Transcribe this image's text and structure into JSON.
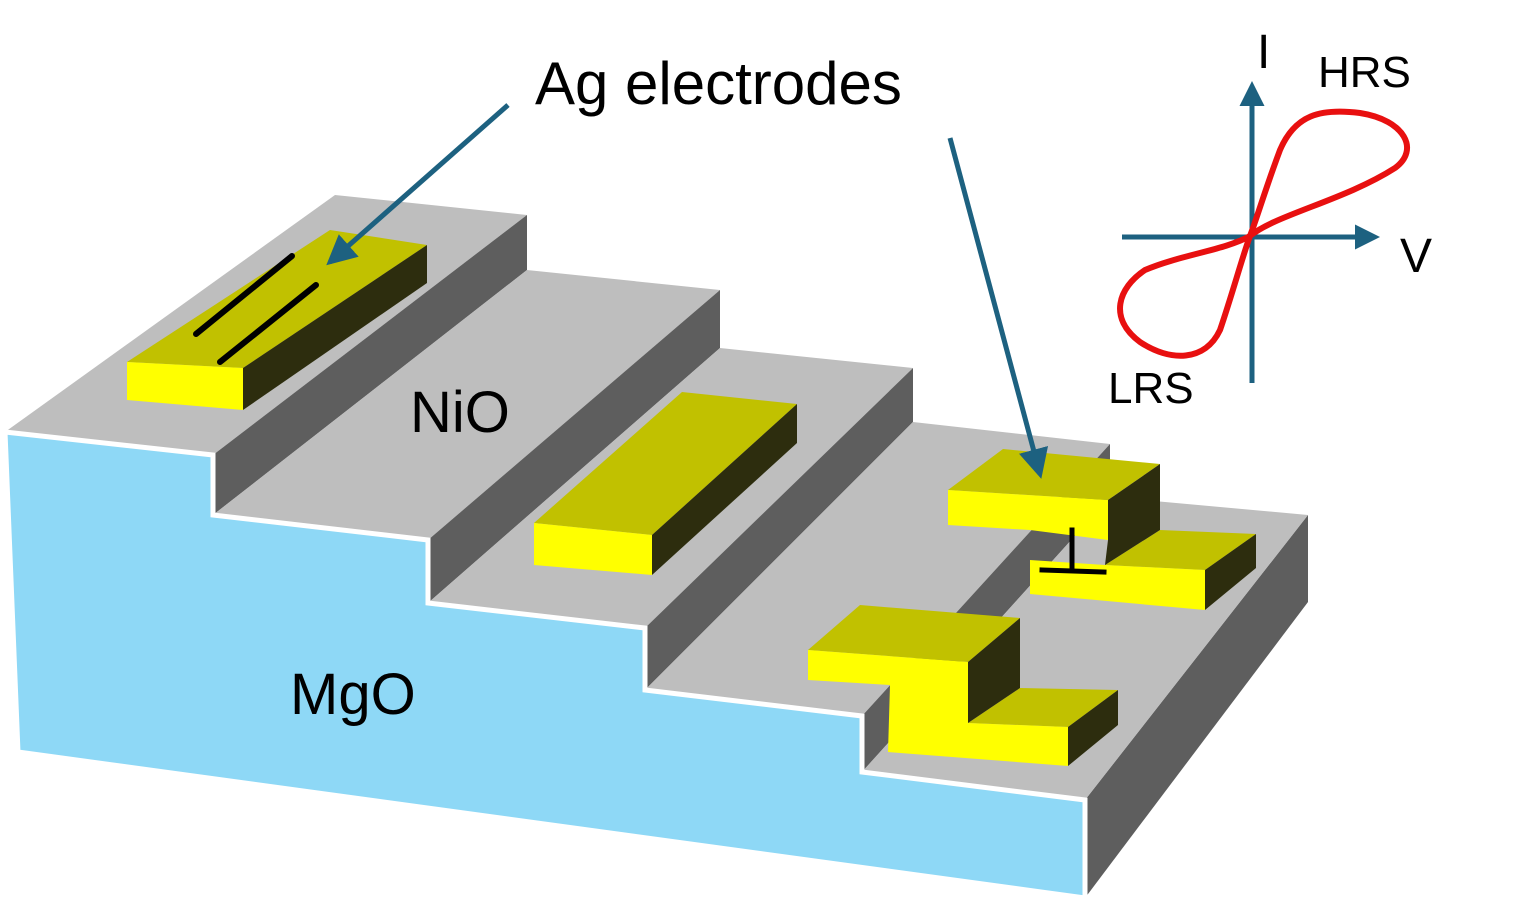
{
  "labels": {
    "electrodes": "Ag electrodes",
    "film": "NiO",
    "substrate": "MgO"
  },
  "iv_inset": {
    "x_axis": "V",
    "y_axis": "I",
    "high_state": "HRS",
    "low_state": "LRS"
  },
  "colors": {
    "substrate_front": "#8ed8f6",
    "terrace_top": "#bebebe",
    "terrace_riser": "#5e5e5e",
    "electrode_top": "#c1c100",
    "electrode_front": "#ffff00",
    "electrode_side": "#2d2d0e",
    "arrow": "#1d6180",
    "iv_loop": "#e81010"
  },
  "icons": [
    "parallel-lines-symbol",
    "perpendicular-symbol"
  ]
}
